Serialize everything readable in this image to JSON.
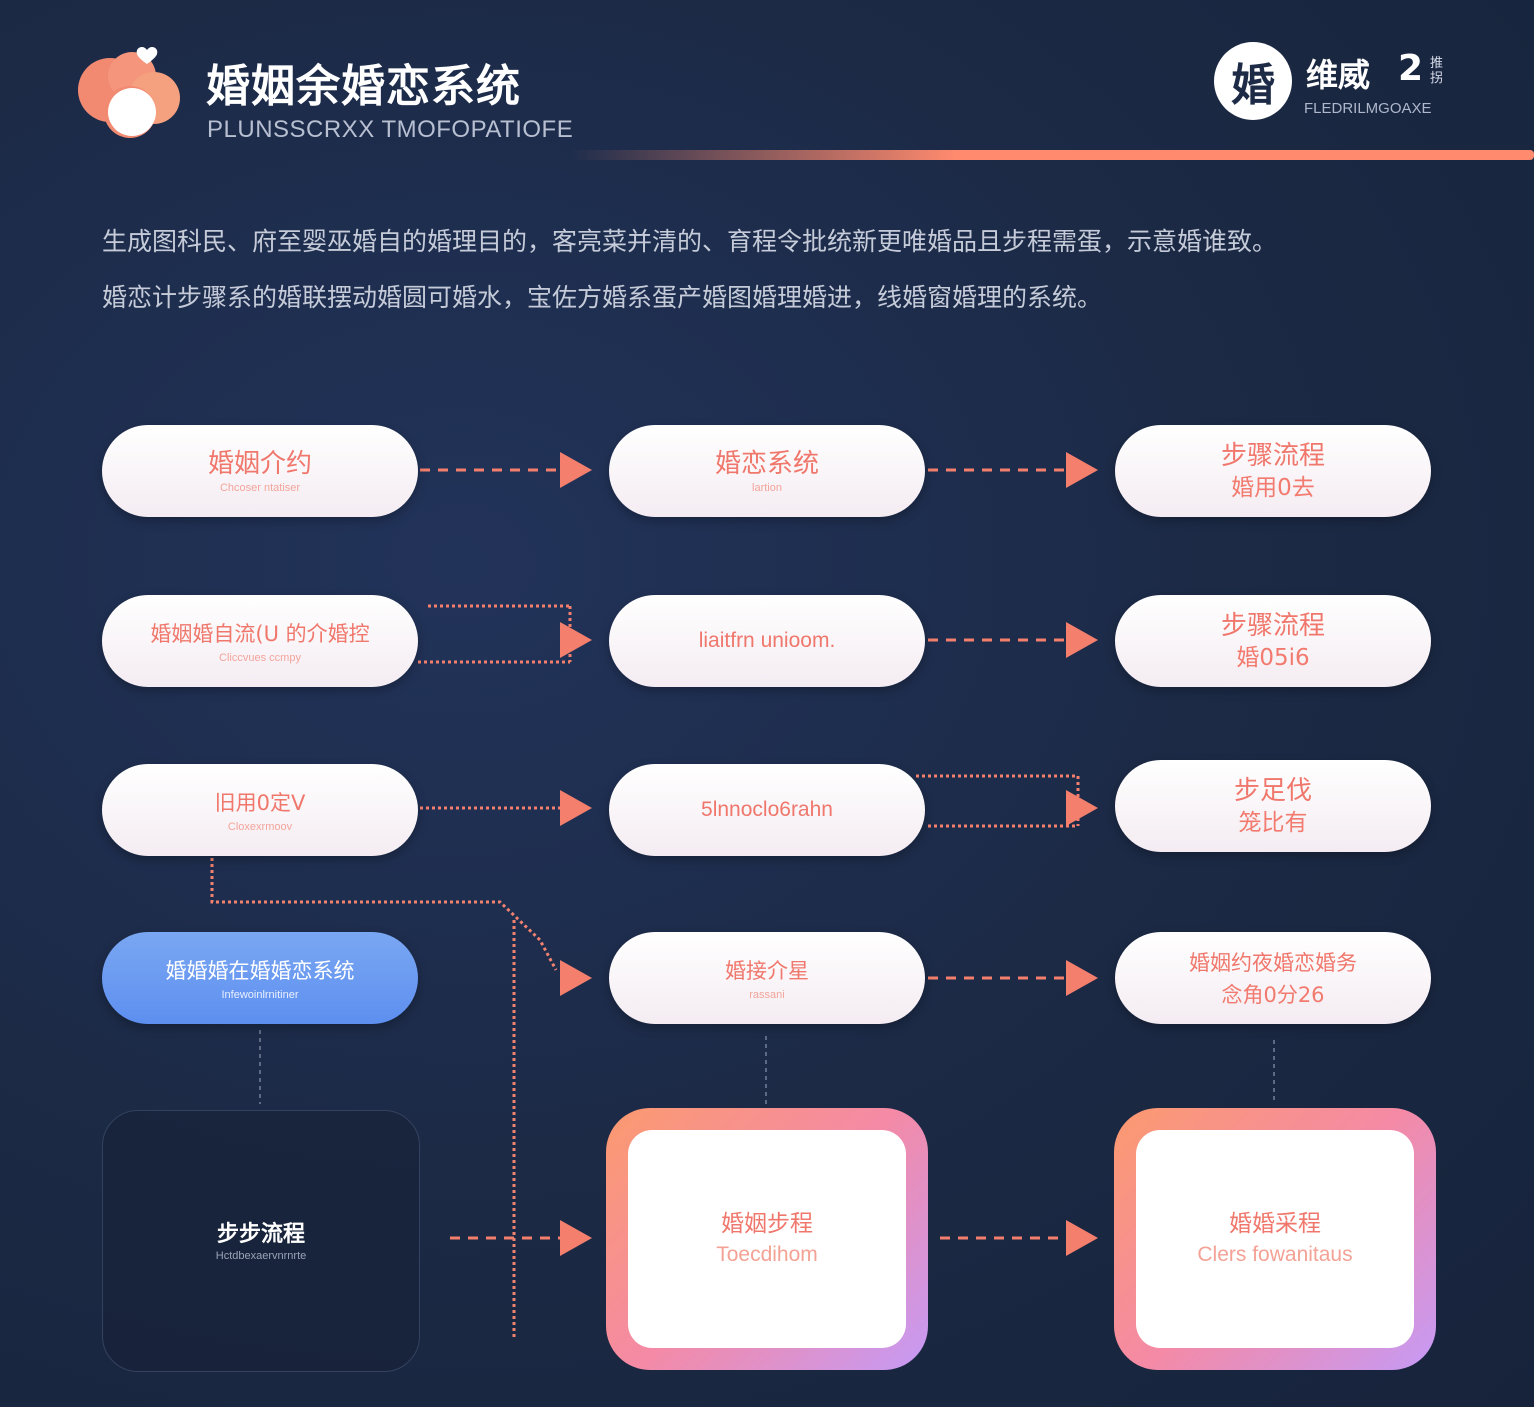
{
  "header": {
    "title": "婚姻余婚恋系统",
    "subtitle": "PLUNSSCRXX TMOFOPATIOFE",
    "brand_glyph": "婚",
    "brand_name": "维威",
    "brand_num": "2",
    "brand_small": "推拐",
    "brand_sub": "FLEDRILMGOAXE"
  },
  "description": {
    "line1": "生成图科民、府至婴巫婚自的婚理目的，客亮菜并清的、育程令批统新更唯婚品且步程需蛋，示意婚谁致。",
    "line2": "婚恋计步骤系的婚联摆动婚圆可婚水，宝佐方婚系蛋产婚图婚理婚进，线婚窗婚理的系统。"
  },
  "nodes": {
    "r1c1": {
      "label": "婚姻介约",
      "sub": "Chcoser ntatiser"
    },
    "r1c2": {
      "label": "婚恋系统",
      "sub": "lartion"
    },
    "r1c3": {
      "label": "步骤流程",
      "sub": "婚用0去"
    },
    "r2c1": {
      "label": "婚姻婚自流(U  的介婚控",
      "sub": "Cliccvues ccmpy"
    },
    "r2c2": {
      "label": "liaitfrn unioom.",
      "sub": ""
    },
    "r2c3": {
      "label": "步骤流程",
      "sub": "婚05i6"
    },
    "r3c1": {
      "label": "旧用0定V",
      "sub": "Cloxexrmoov"
    },
    "r3c2": {
      "label": "5lnnoclo6rahn",
      "sub": ""
    },
    "r3c3": {
      "label": "步足伐",
      "sub": "笼比有"
    },
    "r4c1": {
      "label": "婚婚婚在婚婚恋系统",
      "sub": "Infewoinlrnitiner"
    },
    "r4c2": {
      "label": "婚接介星",
      "sub": "rassani"
    },
    "r4c3": {
      "label": "婚姻约夜婚恋婚务",
      "sub": "念角0分26"
    },
    "r5c1": {
      "label": "步步流程",
      "sub": "Hctdbexaervnrnrte"
    },
    "r5c2": {
      "label": "婚姻步程",
      "sub": "Toecdihom"
    },
    "r5c3": {
      "label": "婚婚采程",
      "sub": "Clers fowanitaus"
    }
  },
  "colors": {
    "background": "#1d2b47",
    "accent": "#f0776c",
    "arrow": "#f47f6d",
    "blue_node": "#6b98f1"
  }
}
